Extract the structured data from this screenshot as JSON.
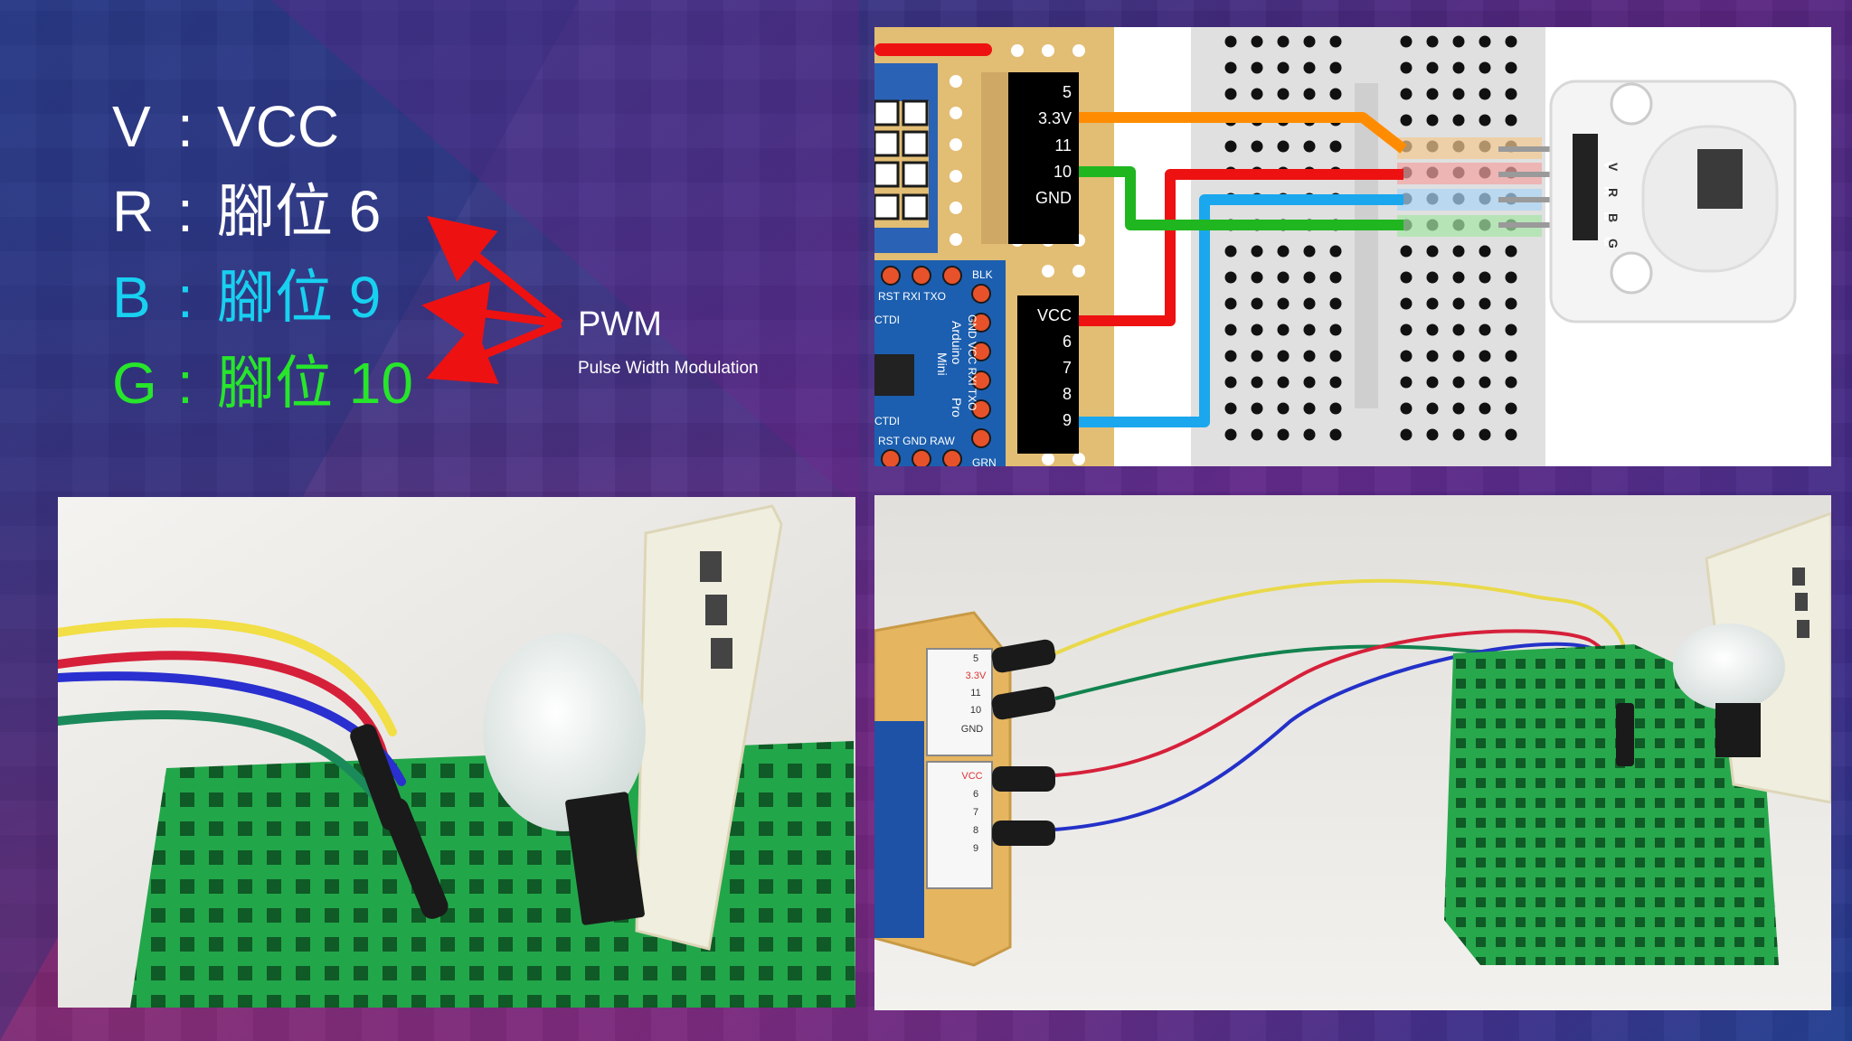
{
  "legend": {
    "v": {
      "key": "V",
      "sep": ":",
      "value": "VCC"
    },
    "r": {
      "key": "R",
      "sep": ":",
      "value": "腳位 6"
    },
    "b": {
      "key": "B",
      "sep": ":",
      "value": "腳位 9"
    },
    "g": {
      "key": "G",
      "sep": ":",
      "value": "腳位 10"
    }
  },
  "pwm": {
    "label": "PWM",
    "subtitle": "Pulse Width Modulation"
  },
  "colors": {
    "red": "#ff1e1e",
    "blue": "#18d0f0",
    "green": "#27e52b",
    "orange": "#ff8c00",
    "arrow": "#ee1111"
  },
  "diagram": {
    "header_top": [
      "5",
      "3.3V",
      "11",
      "10",
      "GND"
    ],
    "header_bottom": [
      "VCC",
      "6",
      "7",
      "8",
      "9"
    ],
    "board_labels": {
      "blk": "BLK",
      "row_top": "RST RXI TXO",
      "ctdi_1": "CTDI",
      "ctdi_2": "CTDI",
      "vertical_pins": "GND VCC RXI TXO",
      "title_1": "Arduino",
      "title_2": "Mini",
      "title_3": "Pro",
      "row_bottom": "RST GND RAW",
      "grn": "GRN"
    },
    "module_pins": [
      "V",
      "R",
      "B",
      "G"
    ]
  },
  "photo2": {
    "header_top": [
      "5",
      "3.3V",
      "11",
      "10",
      "GND"
    ],
    "header_bottom": [
      "VCC",
      "6",
      "7",
      "8",
      "9"
    ]
  }
}
